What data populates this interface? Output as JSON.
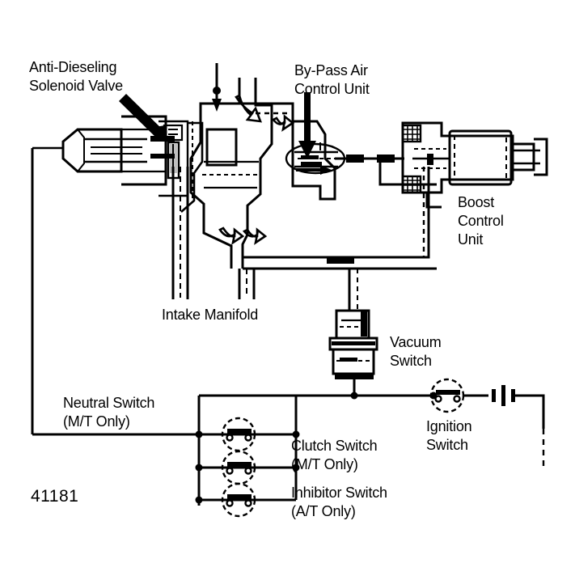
{
  "figure": {
    "number": "41181",
    "type": "automotive-vacuum-electrical-schematic"
  },
  "labels": {
    "anti_dieseling": "Anti-Dieseling\nSolenoid Valve",
    "bypass_air": "By-Pass Air\nControl Unit",
    "boost_control": "Boost\nControl\nUnit",
    "intake_manifold": "Intake Manifold",
    "vacuum_switch": "Vacuum\nSwitch",
    "neutral_switch": "Neutral Switch\n(M/T Only)",
    "clutch_switch": "Clutch Switch\n(M/T Only)",
    "inhibitor_switch": "Inhibitor Switch\n(A/T Only)",
    "ignition_switch": "Ignition\nSwitch"
  },
  "components": [
    {
      "name": "anti-dieseling-solenoid-valve",
      "label": "Anti-Dieseling Solenoid Valve"
    },
    {
      "name": "by-pass-air-control-unit",
      "label": "By-Pass Air Control Unit"
    },
    {
      "name": "boost-control-unit",
      "label": "Boost Control Unit"
    },
    {
      "name": "intake-manifold",
      "label": "Intake Manifold"
    },
    {
      "name": "vacuum-switch",
      "label": "Vacuum Switch"
    },
    {
      "name": "neutral-switch",
      "label": "Neutral Switch (M/T Only)"
    },
    {
      "name": "clutch-switch",
      "label": "Clutch Switch (M/T Only)"
    },
    {
      "name": "inhibitor-switch",
      "label": "Inhibitor Switch (A/T Only)"
    },
    {
      "name": "ignition-switch",
      "label": "Ignition Switch"
    },
    {
      "name": "battery",
      "label": ""
    }
  ],
  "colors": {
    "ink": "#000000",
    "background": "#ffffff"
  }
}
